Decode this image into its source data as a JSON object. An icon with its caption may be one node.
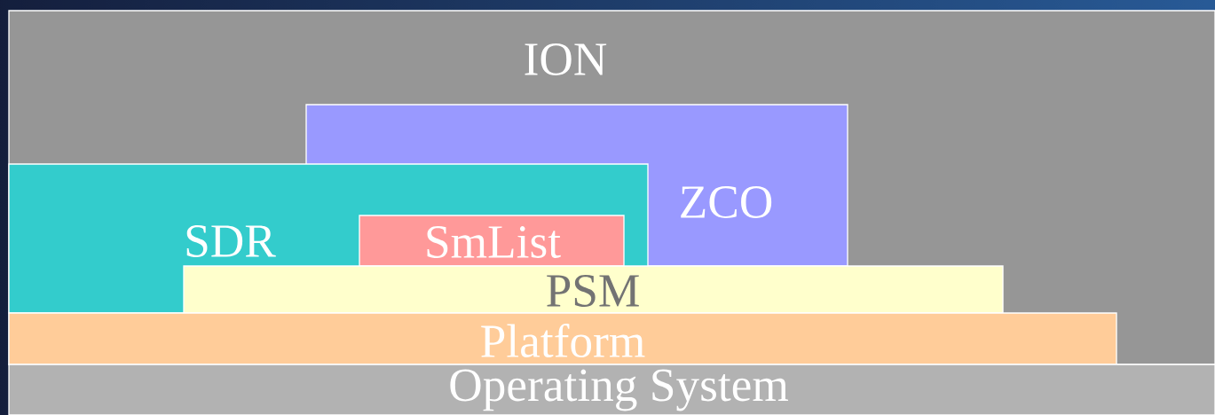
{
  "diagram": {
    "nodes": [
      {
        "text": [
          "ION"
        ]
      },
      {
        "text": [
          "ZCO"
        ],
        "in": 0
      },
      {
        "text": [
          "SDR"
        ],
        "in": 0
      },
      {
        "text": [
          "SmList"
        ]
      },
      {
        "text": [
          "PSM"
        ],
        "in": 0
      },
      {
        "text": [
          "Platform"
        ],
        "in": 0
      },
      {
        "text": [
          "Operating System"
        ]
      }
    ]
  }
}
